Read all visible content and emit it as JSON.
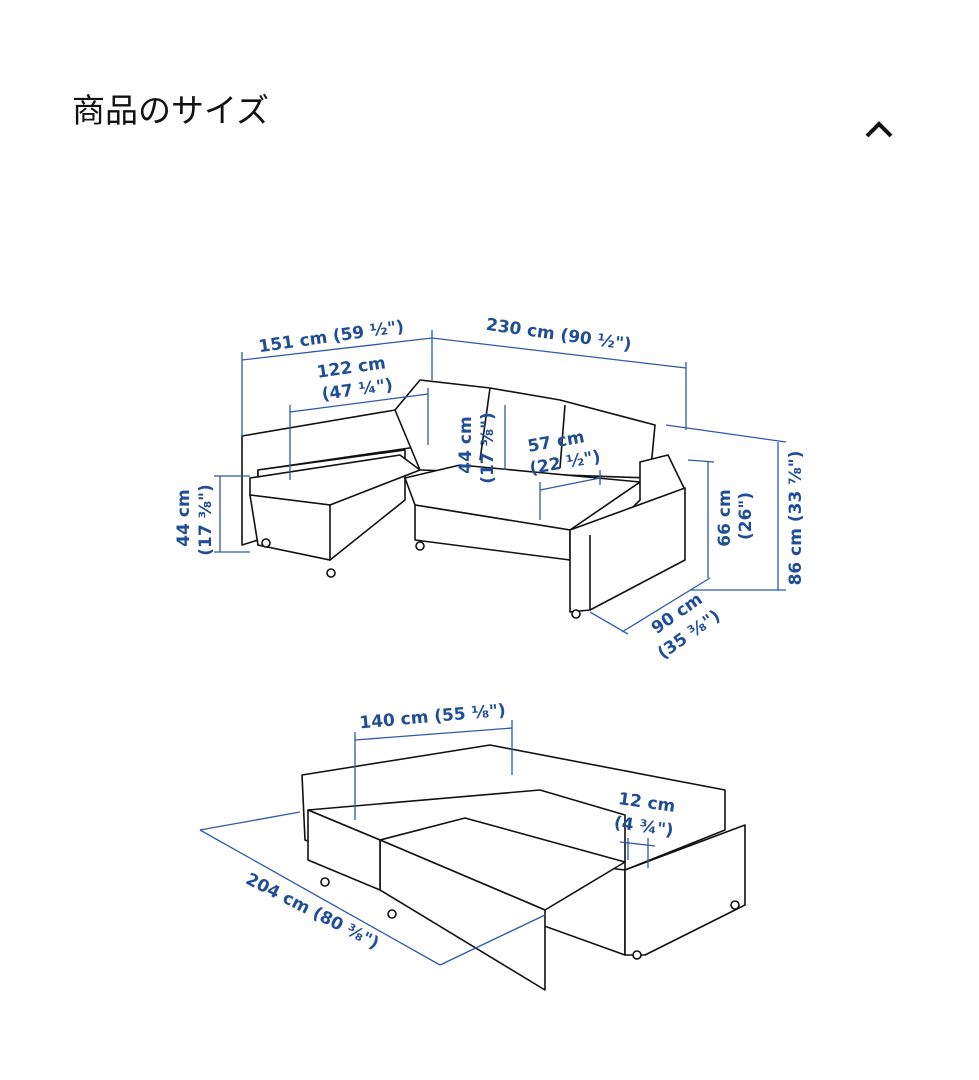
{
  "section": {
    "title": "商品のサイズ",
    "toggle_icon": "chevron-up-icon",
    "expanded": true
  },
  "accent_color": "#1f4e96",
  "diagram": {
    "sofa_dimensions": {
      "chaise_width": "151 cm (59 ½\")",
      "sofa_width": "230 cm (90 ½\")",
      "seat_width_cm": "122 cm",
      "seat_width_in": "(47 ¼\")",
      "back_height_cm": "44 cm",
      "back_height_in": "(17 ⅜\")",
      "seat_depth_cm": "57 cm",
      "seat_depth_in": "(22 ½\")",
      "seat_height_cm": "44 cm",
      "seat_height_in": "(17 ⅜\")",
      "arm_height_cm": "66 cm",
      "arm_height_in": "(26\")",
      "total_height": "86 cm (33 ⅞\")",
      "depth_cm": "90 cm",
      "depth_in": "(35 ⅜\")"
    },
    "bed_dimensions": {
      "bed_width": "140 cm (55 ⅛\")",
      "gap_cm": "12 cm",
      "gap_in": "(4 ¾\")",
      "bed_length": "204 cm (80 ⅜\")"
    }
  }
}
